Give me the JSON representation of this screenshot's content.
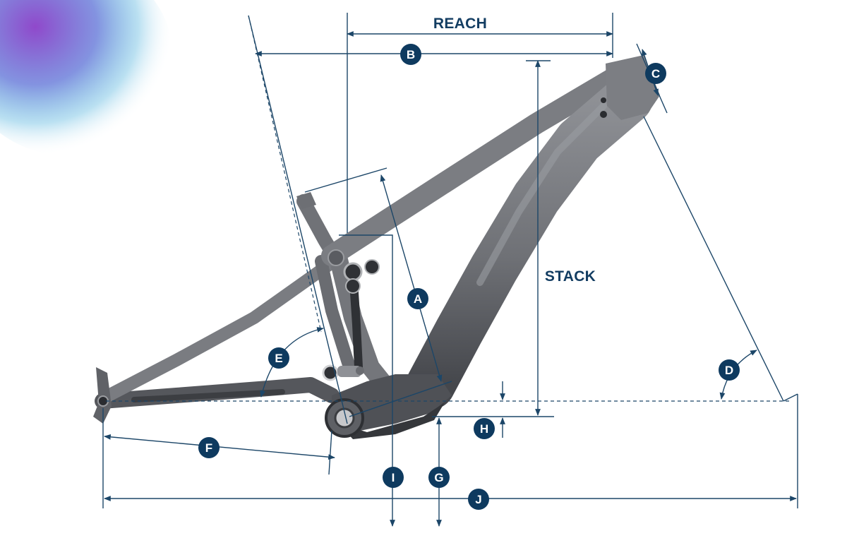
{
  "labels": {
    "reach": "REACH",
    "stack": "STACK"
  },
  "badges": [
    "A",
    "B",
    "C",
    "D",
    "E",
    "F",
    "G",
    "H",
    "I",
    "J"
  ],
  "colors": {
    "dimension_line": "#1c4668",
    "badge_fill": "#0e3a5f",
    "frame_main": "#6f7176",
    "frame_dark": "#45474c",
    "frame_light": "#8e9095",
    "corner_gradient_a": "#3aa7d8",
    "corner_gradient_b": "#8a3fc8"
  }
}
